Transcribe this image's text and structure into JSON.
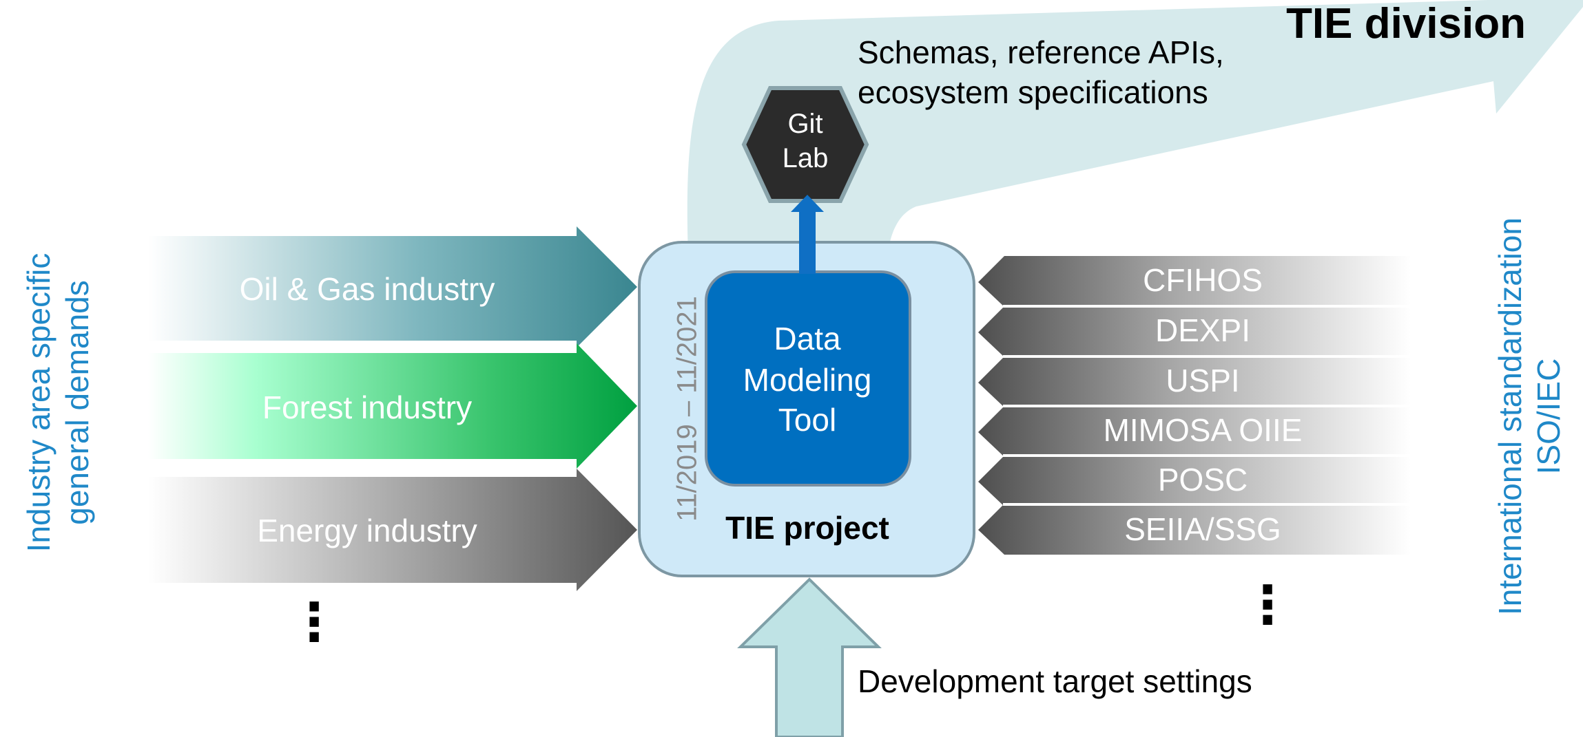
{
  "division": {
    "title": "TIE division"
  },
  "gitlab": {
    "line1": "Git",
    "line2": "Lab"
  },
  "outputs": {
    "line1": "Schemas, reference APIs,",
    "line2": "ecosystem specifications"
  },
  "left_label": {
    "line1": "Industry area specific",
    "line2": "general demands"
  },
  "right_label": {
    "line1": "International standardization",
    "line2": "ISO/IEC"
  },
  "industries": [
    {
      "label": "Oil & Gas industry"
    },
    {
      "label": "Forest industry"
    },
    {
      "label": "Energy industry"
    }
  ],
  "left_more": "⋮",
  "standards": [
    {
      "label": "CFIHOS"
    },
    {
      "label": "DEXPI"
    },
    {
      "label": "USPI"
    },
    {
      "label": "MIMOSA OIIE"
    },
    {
      "label": "POSC"
    },
    {
      "label": "SEIIA/SSG"
    }
  ],
  "right_more": "⋮",
  "project": {
    "title": "TIE project",
    "period": "11/2019 – 11/2021",
    "tool_line1": "Data",
    "tool_line2": "Modeling",
    "tool_line3": "Tool"
  },
  "bottom_label": "Development target settings",
  "colors": {
    "division_band": "#d6eaec",
    "oil_gas": "#3f8b96",
    "forest": "#00a040",
    "energy": "#5a5a5a",
    "standards": "#555555",
    "project_box": "#cfe9f8",
    "tool_box": "#006fc0",
    "gitlab_hex": "#2b2b2b",
    "label_blue": "#1f88c8",
    "bottom_arrow": "#bfe3e5"
  }
}
